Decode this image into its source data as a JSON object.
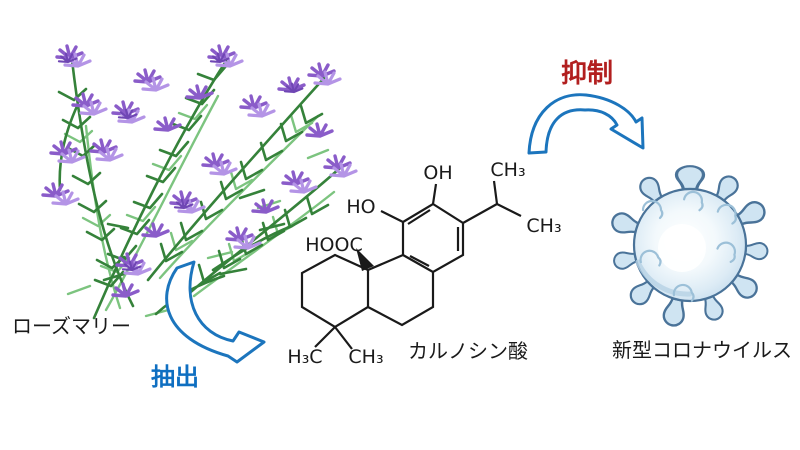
{
  "figure": {
    "rosemary_label": "ローズマリー",
    "extraction_label": "抽出",
    "inhibition_label": "抑制",
    "compound_label": "カルノシン酸",
    "virus_label": "新型コロナウイルス"
  },
  "molecule_atoms": {
    "hydroxyl_top": "OH",
    "hydroxyl_left": "HO",
    "carboxyl": "HOOC",
    "methyl_isopropyl_top": "CH₃",
    "methyl_isopropyl_right": "CH₃",
    "methyl_gem_left": "H₃C",
    "methyl_gem_right": "CH₃"
  },
  "colors": {
    "arrow_blue": "#1c75bd",
    "extraction_text_blue": "#0f6fc1",
    "inhibition_text_red": "#b21f1f",
    "bond_black": "#1a1a1a",
    "stem_green_dark": "#35823a",
    "stem_green_light": "#7cc47f",
    "flower_purple_dark": "#8a5cc9",
    "flower_purple_light": "#b494e6",
    "virus_outline": "#4a7399",
    "virus_fill": "#cfe4f2"
  }
}
